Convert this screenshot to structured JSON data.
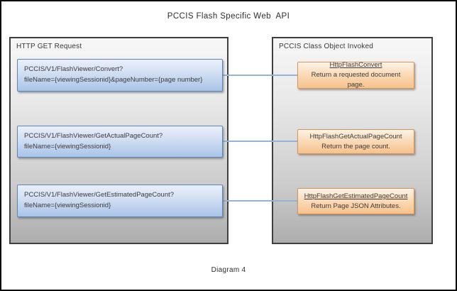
{
  "page": {
    "title": "PCCIS Flash Specific Web  API",
    "caption": "Diagram 4"
  },
  "colors": {
    "blue_node_border": "#5b87bd",
    "blue_node_fill_top": "#eaf0fa",
    "blue_node_fill_bottom": "#a9c4e8",
    "orange_node_border": "#e09252",
    "orange_node_fill_top": "#fdf4e9",
    "orange_node_fill_bottom": "#f7c28c",
    "connector_line": "#95b3d7",
    "panel_border": "#3f3f3f",
    "panel_fill_top": "#f7f7f7",
    "panel_fill_bottom": "#adadad",
    "outer_border": "#0a0a0a"
  },
  "left_panel": {
    "header": "HTTP GET Request",
    "nodes": [
      {
        "line1": "PCCIS/V1/FlashViewer/Convert?",
        "line2": "fileName={viewingSessionid}&pageNumber={page number}"
      },
      {
        "line1": "PCCIS/V1/FlashViewer/GetActualPageCount?",
        "line2": "fileName={viewingSessionid}"
      },
      {
        "line1": "PCCIS/V1/FlashViewer/GetEstimatedPageCount?",
        "line2": "fileName={viewingSessionid}"
      }
    ]
  },
  "right_panel": {
    "header": "PCCIS Class Object Invoked",
    "nodes": [
      {
        "title": "HttpFlashConvert",
        "title_underline": true,
        "description": "Return a requested document page."
      },
      {
        "title": "HttpFlashGetActualPageCount",
        "title_underline": false,
        "description": "Return the page count."
      },
      {
        "title": "HttpFlashGetEstimatedPageCount",
        "title_underline": true,
        "description": "Return Page JSON Attributes."
      }
    ]
  }
}
